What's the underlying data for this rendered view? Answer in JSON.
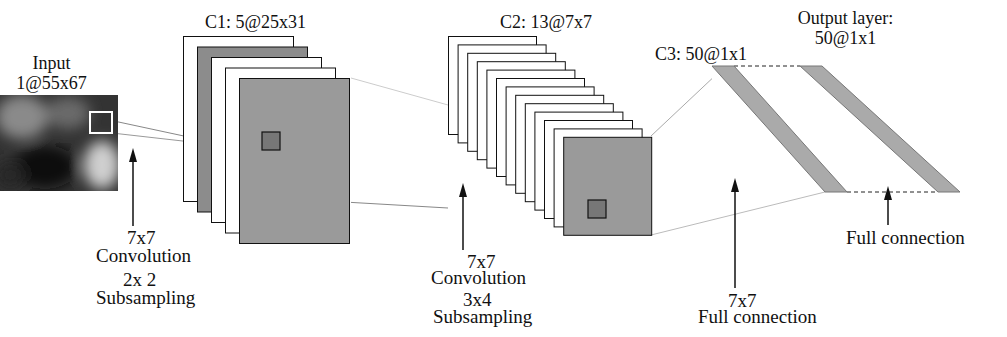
{
  "diagram": {
    "nodes": [
      {
        "text": [
          "Input 1@55x67"
        ]
      },
      {
        "text": [
          "C1: 5@25x31"
        ]
      },
      {
        "text": [
          "C2: 13@7x7"
        ]
      },
      {
        "text": [
          "C3: 50@1x1"
        ]
      },
      {
        "text": [
          "Output layer: 50@1x1"
        ]
      }
    ],
    "edges": [
      {
        "from": 0,
        "to": 1,
        "arrow": "none"
      },
      {
        "from": 1,
        "to": 2,
        "arrow": "none"
      },
      {
        "from": 2,
        "to": 3,
        "arrow": "none"
      },
      {
        "from": 3,
        "to": 4,
        "arrow": "none"
      }
    ],
    "labels": [
      "7x7",
      "Convolution",
      "2x 2",
      "Subsampling",
      "7x7",
      "Convolution",
      "3x4",
      "Subsampling",
      "7x7",
      "Full connection",
      "Full connection"
    ]
  }
}
